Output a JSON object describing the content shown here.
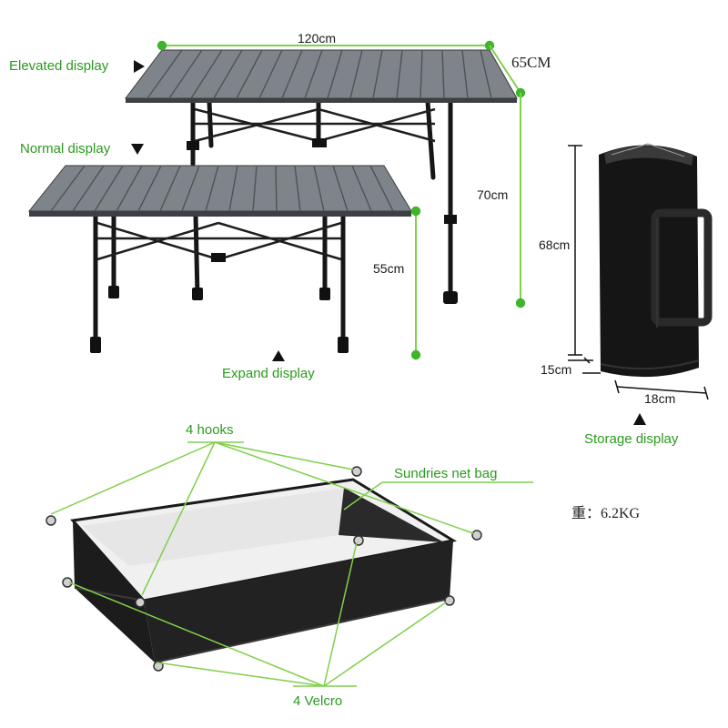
{
  "labels": {
    "elevated": "Elevated display",
    "normal": "Normal display",
    "expand": "Expand display",
    "storage": "Storage display",
    "hooks": "4 hooks",
    "net_bag": "Sundries net bag",
    "velcro": "4 Velcro",
    "weight": "重：6.2KG"
  },
  "dimensions": {
    "length": "120cm",
    "width": "65CM",
    "elevated_height": "70cm",
    "normal_height": "55cm",
    "bag_height": "68cm",
    "bag_depth": "15cm",
    "bag_width": "18cm"
  },
  "colors": {
    "annotation": "#2a9a1e",
    "dim_line": "#7fd04a",
    "tabletop": "#7e8489",
    "frame": "#161616"
  }
}
